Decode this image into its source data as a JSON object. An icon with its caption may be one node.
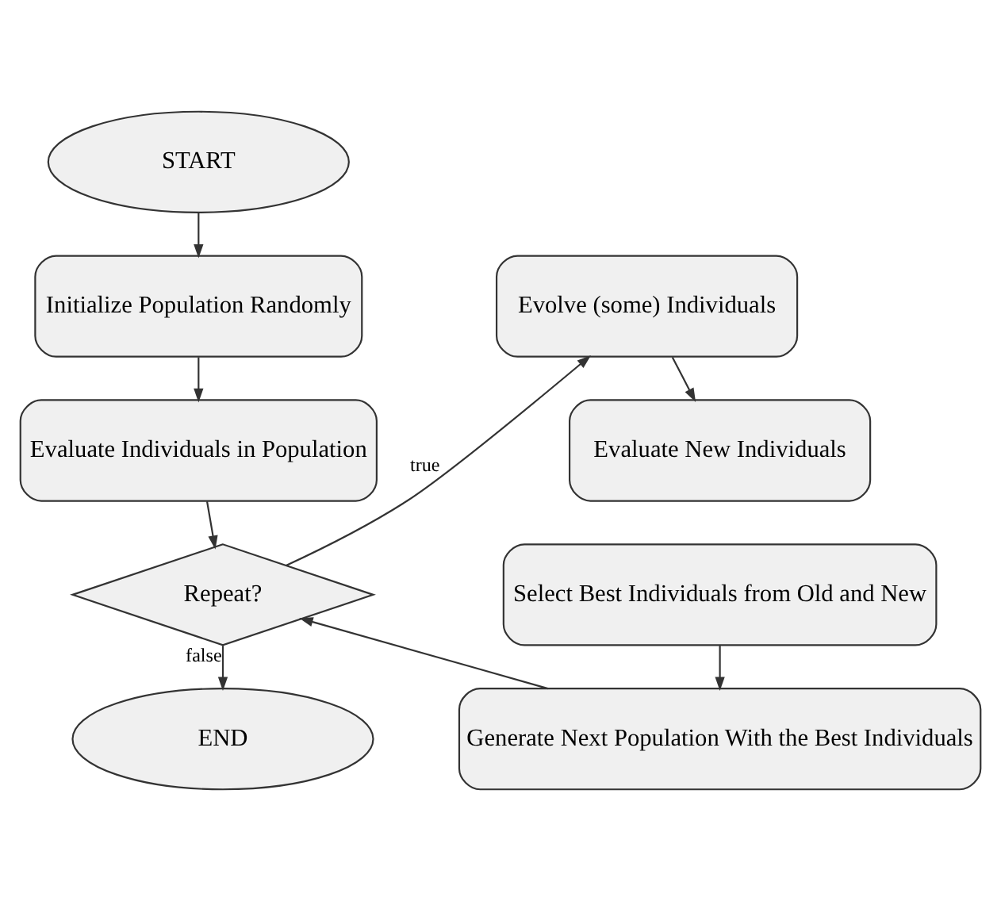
{
  "diagram": {
    "nodes": [
      {
        "text": [
          "START"
        ]
      },
      {
        "text": [
          "Initialize Population Randomly"
        ]
      },
      {
        "text": [
          "Evaluate Individuals in Population"
        ]
      },
      {
        "text": [
          "Repeat?"
        ]
      },
      {
        "text": [
          "END"
        ]
      },
      {
        "text": [
          "Evolve (some) Individuals"
        ]
      },
      {
        "text": [
          "Evaluate New Individuals"
        ]
      },
      {
        "text": [
          "Select Best Individuals from Old and New"
        ]
      },
      {
        "text": [
          "Generate Next Population With the Best Individuals"
        ]
      }
    ],
    "edges": [
      {
        "from": 0,
        "to": 1,
        "arrow": "to"
      },
      {
        "from": 1,
        "to": 2,
        "arrow": "to"
      },
      {
        "from": 2,
        "to": 3,
        "arrow": "to"
      },
      {
        "from": 3,
        "to": 4,
        "label": "false",
        "arrow": "to"
      },
      {
        "from": 3,
        "to": 5,
        "label": "true",
        "arrow": "to"
      },
      {
        "from": 5,
        "to": 6,
        "arrow": "to"
      },
      {
        "from": 7,
        "to": 8,
        "arrow": "to"
      },
      {
        "from": 8,
        "to": 3,
        "arrow": "to"
      }
    ]
  }
}
